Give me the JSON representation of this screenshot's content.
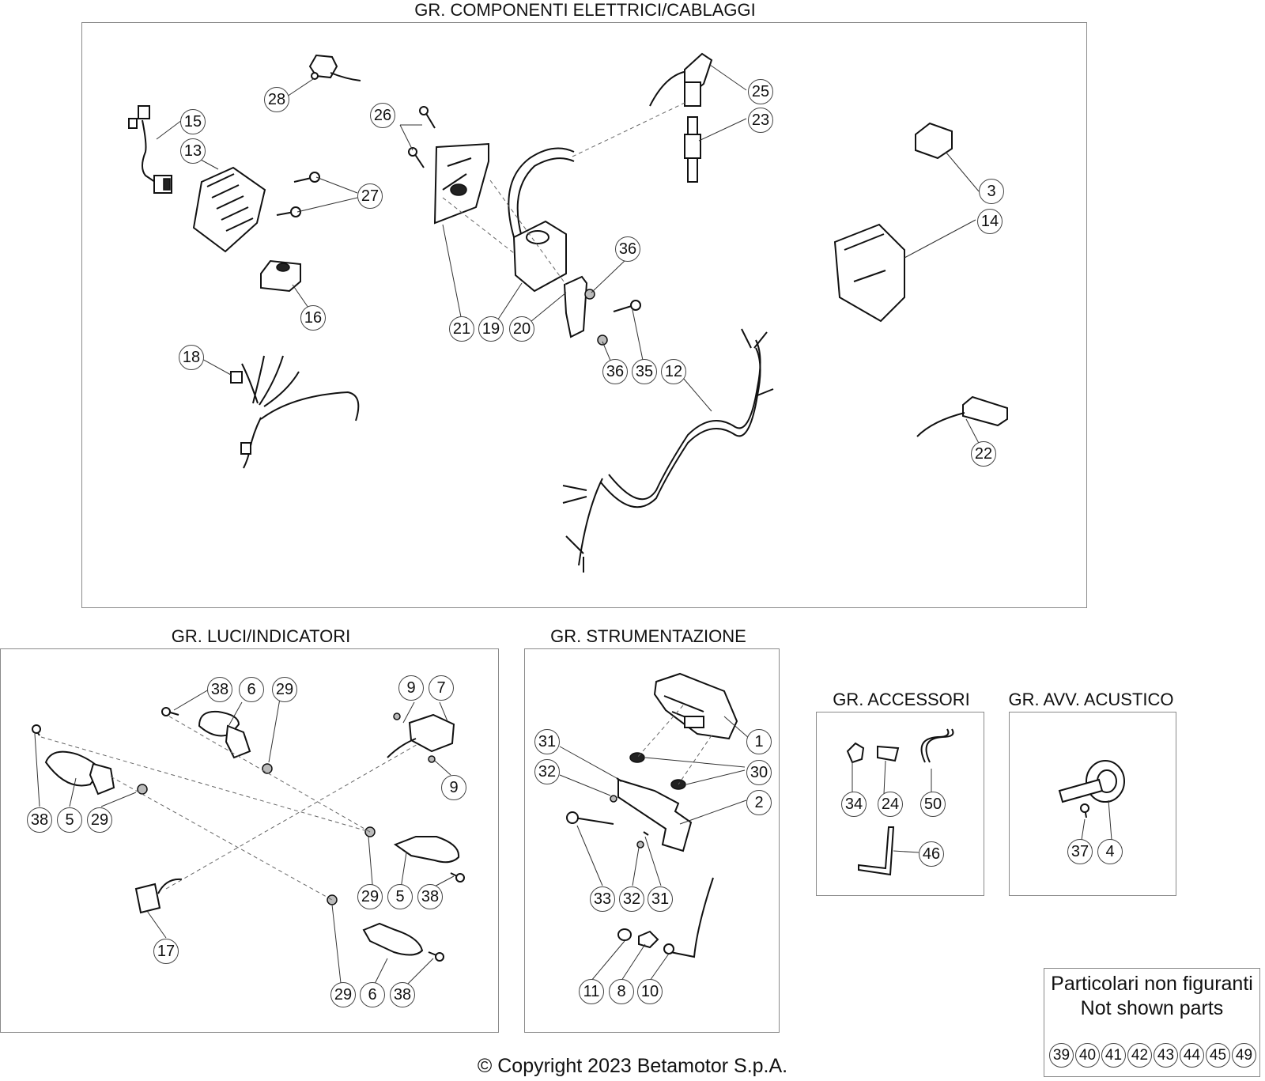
{
  "groups": {
    "electrical": "GR. COMPONENTI ELETTRICI/CABLAGGI",
    "lights": "GR. LUCI/INDICATORI",
    "instruments": "GR. STRUMENTAZIONE",
    "accessories": "GR. ACCESSORI",
    "horn": "GR. AVV. ACUSTICO"
  },
  "callouts": {
    "electrical": [
      "28",
      "15",
      "13",
      "27",
      "16",
      "18",
      "26",
      "21",
      "19",
      "20",
      "36",
      "36",
      "35",
      "12",
      "25",
      "23",
      "3",
      "14",
      "22"
    ],
    "lights": [
      "38",
      "6",
      "29",
      "9",
      "7",
      "9",
      "38",
      "5",
      "29",
      "29",
      "5",
      "38",
      "17",
      "29",
      "6",
      "38"
    ],
    "instruments": [
      "1",
      "31",
      "30",
      "32",
      "2",
      "33",
      "32",
      "31",
      "11",
      "8",
      "10"
    ],
    "accessories": [
      "34",
      "24",
      "50",
      "46"
    ],
    "horn": [
      "37",
      "4"
    ]
  },
  "not_shown": {
    "title_it": "Particolari non figuranti",
    "title_en": "Not shown parts",
    "parts": [
      "39",
      "40",
      "41",
      "42",
      "43",
      "44",
      "45",
      "49"
    ]
  },
  "copyright": "© Copyright 2023 Betamotor S.p.A."
}
